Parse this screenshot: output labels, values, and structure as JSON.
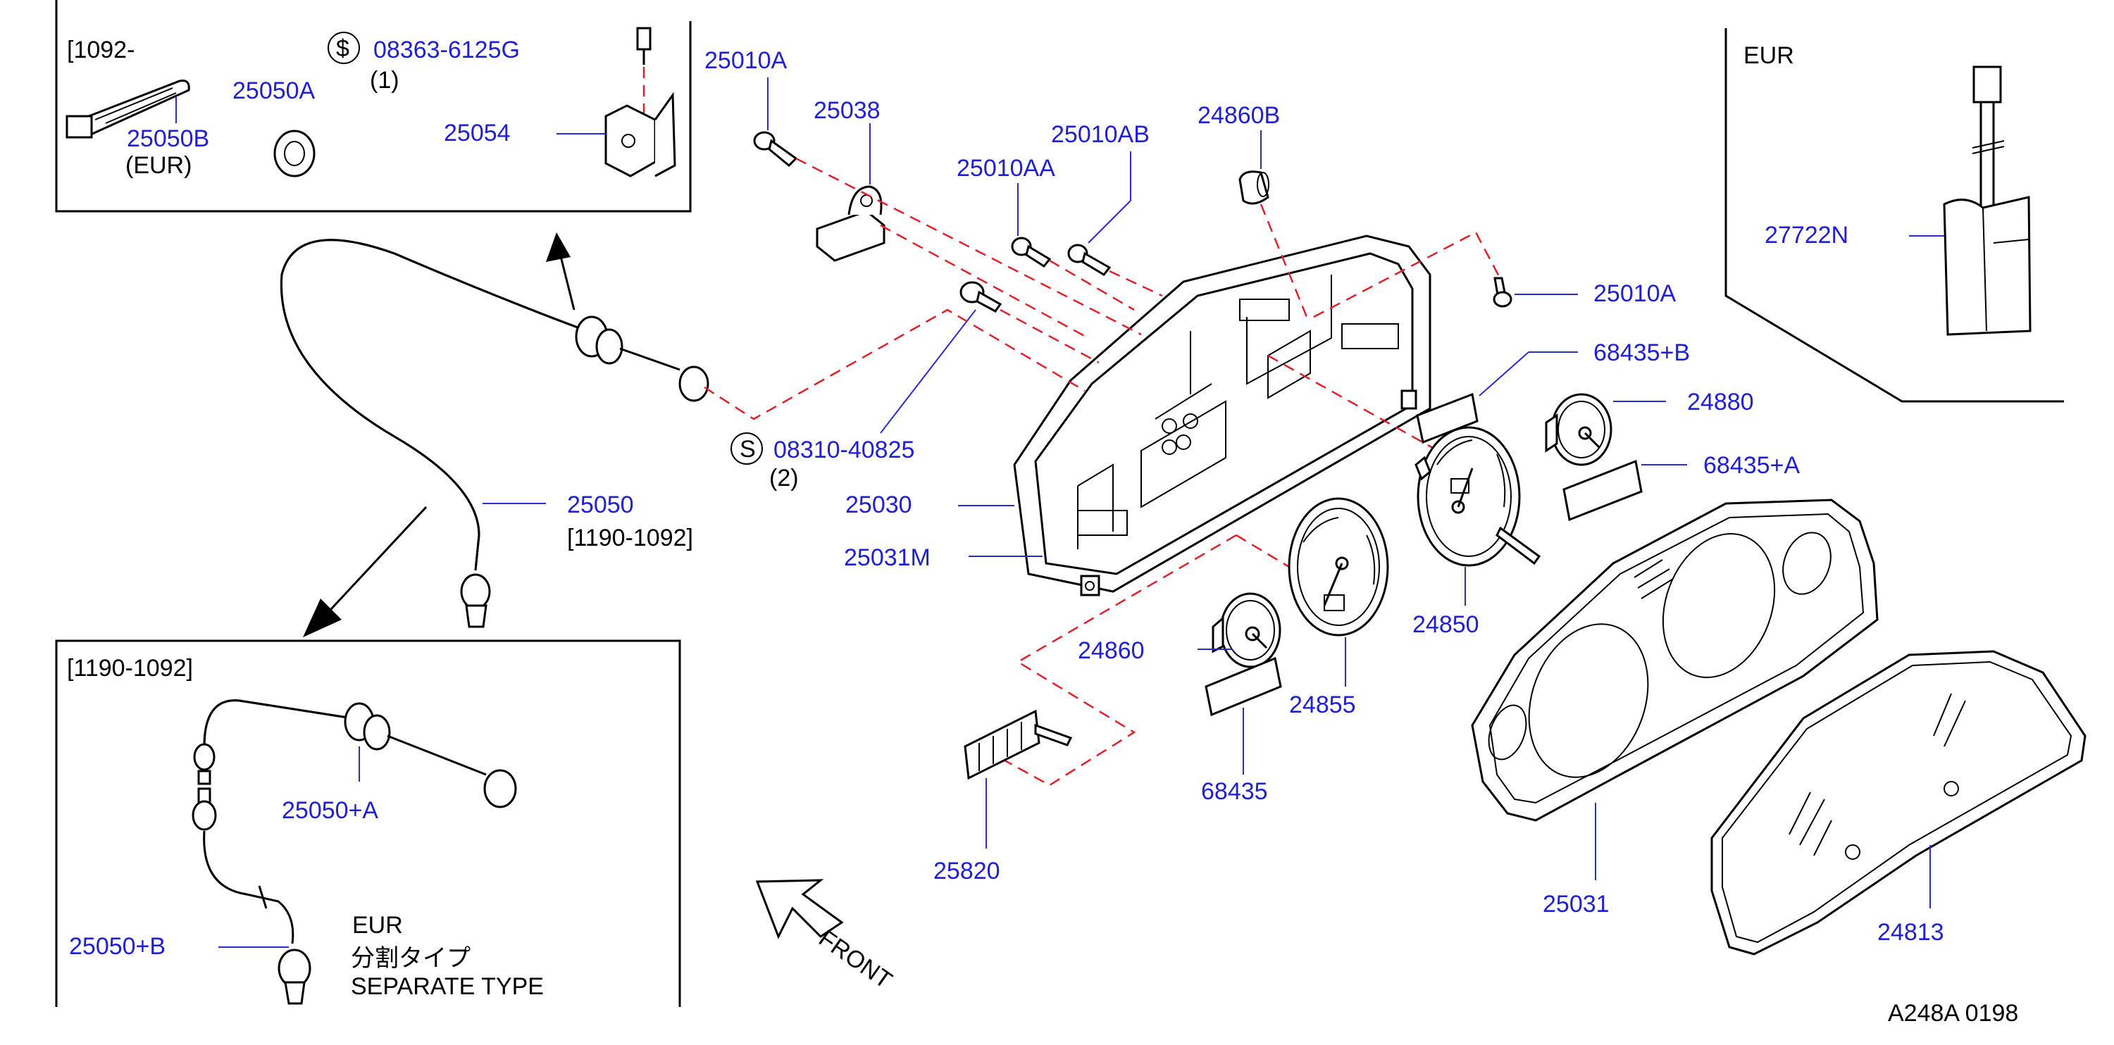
{
  "colors": {
    "label": "#1f1fd6",
    "line": "#000000",
    "dashed": "#e0202a",
    "leader": "#2b2bd0"
  },
  "inset_top_left": {
    "range_label": "[1092-",
    "part_25050B": "25050B",
    "part_25050B_note": "(EUR)",
    "part_25050A": "25050A",
    "screw_symbol": "$",
    "part_08363": "08363-6125G",
    "qty_1": "(1)",
    "part_25054": "25054"
  },
  "inset_right_eur": {
    "title": "EUR",
    "part_27722N": "27722N"
  },
  "inset_bottom_left": {
    "range_label": "[1190-1092]",
    "part_25050_A": "25050+A",
    "part_25050_B": "25050+B",
    "eur": "EUR",
    "jp_type": "分割タイプ",
    "separate_type": "SEPARATE   TYPE"
  },
  "main": {
    "part_25010A_top": "25010A",
    "part_25038": "25038",
    "part_25010AB": "25010AB",
    "part_25010AA": "25010AA",
    "part_24860B": "24860B",
    "part_25010A_right": "25010A",
    "part_68435B": "68435+B",
    "part_24880": "24880",
    "part_68435A": "68435+A",
    "screw_symbol": "S",
    "part_08310": "08310-40825",
    "qty_2": "(2)",
    "part_25050": "25050",
    "part_25050_range": "[1190-1092]",
    "part_25030": "25030",
    "part_25031M": "25031M",
    "part_24860": "24860",
    "part_24855": "24855",
    "part_24850": "24850",
    "part_68435": "68435",
    "part_25820": "25820",
    "part_25031": "25031",
    "part_24813": "24813",
    "front": "FRONT",
    "code": "A248A  0198"
  }
}
